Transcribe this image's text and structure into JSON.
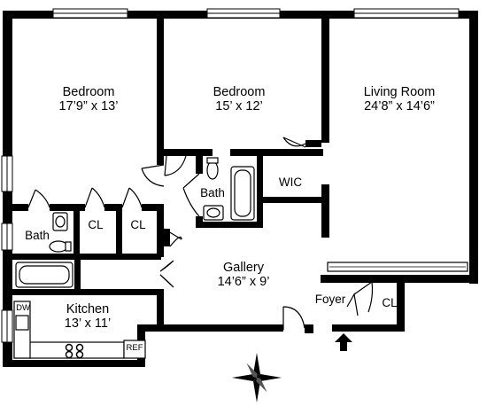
{
  "plan": {
    "rooms": {
      "bedroom_1": {
        "name": "Bedroom",
        "dims": "17’9” x 13’"
      },
      "bedroom_2": {
        "name": "Bedroom",
        "dims": "15’ x 12’"
      },
      "living_room": {
        "name": "Living Room",
        "dims": "24’8” x 14’6”"
      },
      "bath_center": {
        "name": "Bath"
      },
      "wic": {
        "name": "WIC"
      },
      "bath_left": {
        "name": "Bath"
      },
      "closet_1": {
        "name": "CL"
      },
      "closet_2": {
        "name": "CL"
      },
      "gallery": {
        "name": "Gallery",
        "dims": "14’6” x 9’"
      },
      "foyer": {
        "name": "Foyer"
      },
      "closet_foyer": {
        "name": "CL"
      },
      "kitchen": {
        "name": "Kitchen",
        "dims": "13’ x 11’"
      },
      "dishwasher": {
        "name": "DW"
      },
      "refrigerator": {
        "name": "REF"
      }
    },
    "icons": {
      "compass": "compass-rose-icon",
      "entry": "entry-arrow-icon"
    },
    "colors": {
      "walls": "#000000",
      "background": "#ffffff"
    }
  }
}
